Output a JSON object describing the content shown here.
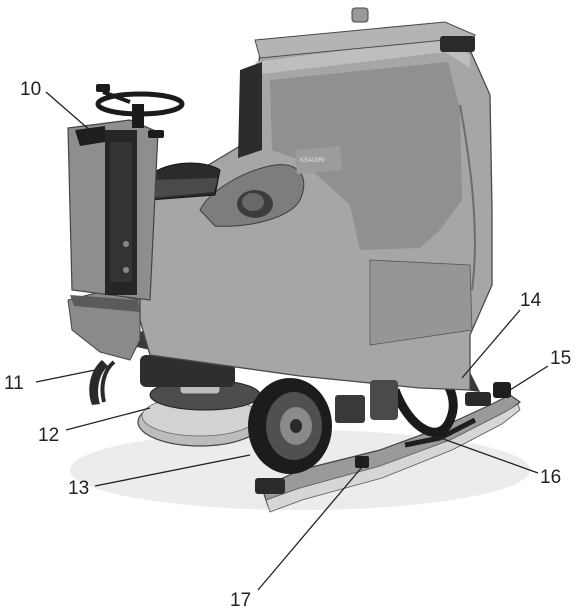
{
  "figure": {
    "subject": "ride-on floor scrubber dryer",
    "brand_plate_text": "KSAIJIRI",
    "callouts": [
      {
        "id": "c10",
        "label": "10"
      },
      {
        "id": "c11",
        "label": "11"
      },
      {
        "id": "c12",
        "label": "12"
      },
      {
        "id": "c13",
        "label": "13"
      },
      {
        "id": "c14",
        "label": "14"
      },
      {
        "id": "c15",
        "label": "15"
      },
      {
        "id": "c16",
        "label": "16"
      },
      {
        "id": "c17",
        "label": "17"
      }
    ]
  },
  "colors": {
    "body_light": "#a9a9a9",
    "body_mid": "#8c8c8c",
    "body_dark": "#6b6b6b",
    "trim_black": "#1e1e1e",
    "metal": "#c8c8c8",
    "text": "#222222"
  }
}
